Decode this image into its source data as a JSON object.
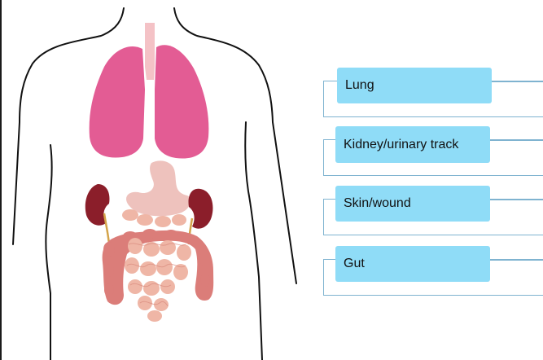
{
  "colors": {
    "lung": "#e35c94",
    "trachea": "#f4c2c6",
    "stomach": "#eec2bd",
    "kidney": "#8b1e2a",
    "small_intestine": "#efb6a6",
    "large_intestine": "#db7d79",
    "body_outline": "#111111",
    "label_fill": "#8fdcf7",
    "connector": "#7fb3d0"
  },
  "labels": [
    {
      "text": "Lung"
    },
    {
      "text": "Kidney/urinary track"
    },
    {
      "text": "Skin/wound"
    },
    {
      "text": "Gut"
    }
  ]
}
